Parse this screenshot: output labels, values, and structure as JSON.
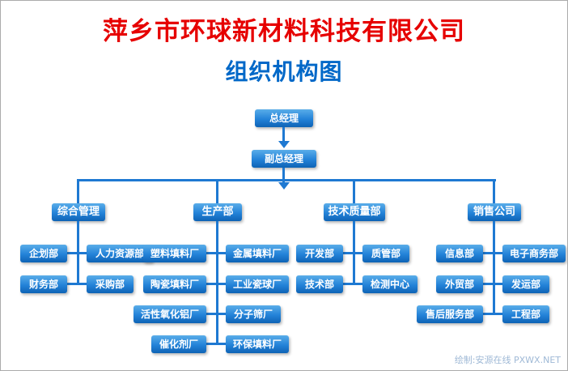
{
  "page": {
    "title": "萍乡市环球新材料科技有限公司",
    "subtitle": "组织机构图",
    "watermark": "绘制:安源在线 PXWX.NET"
  },
  "colors": {
    "title_red": "#e60000",
    "subtitle_blue": "#0068c8",
    "line_blue": "#1e79d2",
    "box_top": "#5aade9",
    "box_mid": "#2382d8",
    "box_bottom": "#0e63b5",
    "watermark_blue": "#9fb9d6"
  },
  "org": {
    "root": "总经理",
    "deputy": "副总经理",
    "departments": [
      {
        "label": "综合管理",
        "left": [
          "企划部",
          "财务部"
        ],
        "right": [
          "人力资源部",
          "采购部"
        ]
      },
      {
        "label": "生产部",
        "left": [
          "塑料填料厂",
          "陶瓷填料厂",
          "活性氧化铝厂",
          "催化剂厂"
        ],
        "right": [
          "金属填料厂",
          "工业瓷球厂",
          "分子筛厂",
          "环保填料厂"
        ]
      },
      {
        "label": "技术质量部",
        "left": [
          "开发部",
          "技术部"
        ],
        "right": [
          "质管部",
          "检测中心"
        ]
      },
      {
        "label": "销售公司",
        "left": [
          "信息部",
          "外贸部",
          "售后服务部"
        ],
        "right": [
          "电子商务部",
          "发运部",
          "工程部"
        ]
      }
    ]
  }
}
